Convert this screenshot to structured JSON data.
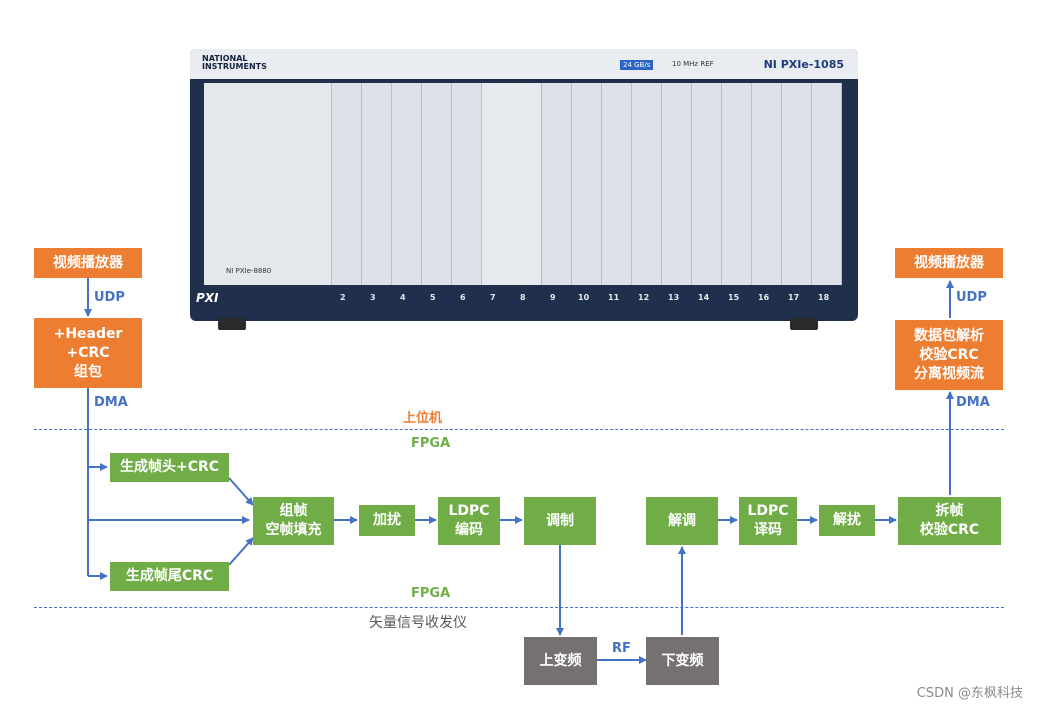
{
  "chassis": {
    "brand": "NATIONAL\nINSTRUMENTS",
    "model": "NI PXIe-1085",
    "speed": "24 GB/s",
    "ref": "10 MHz REF",
    "controller": "NI PXIe-8880",
    "pxi_logo": "PXI",
    "slots": [
      "2",
      "3",
      "4",
      "5",
      "6",
      "7",
      "8",
      "9",
      "10",
      "11",
      "12",
      "13",
      "14",
      "15",
      "16",
      "17",
      "18"
    ]
  },
  "left": {
    "player": "视频播放器",
    "udp": "UDP",
    "pack": "+Header\n+CRC\n组包",
    "dma": "DMA"
  },
  "right": {
    "player": "视频播放器",
    "udp": "UDP",
    "parse": "数据包解析\n校验CRC\n分离视频流",
    "dma": "DMA"
  },
  "zones": {
    "host": "上位机",
    "fpga_top": "FPGA",
    "fpga_bottom": "FPGA",
    "vst": "矢量信号收发仪"
  },
  "blocks": {
    "gen_header": "生成帧头+CRC",
    "gen_tail": "生成帧尾CRC",
    "framing": "组帧\n空帧填充",
    "scramble": "加扰",
    "ldpc_enc": "LDPC\n编码",
    "modulate": "调制",
    "upconv": "上变频",
    "rf": "RF",
    "downconv": "下变频",
    "demod": "解调",
    "ldpc_dec": "LDPC\n译码",
    "descramble": "解扰",
    "deframe": "拆帧\n校验CRC"
  },
  "watermark": "CSDN @东枫科技",
  "colors": {
    "orange": "#ed7d31",
    "green": "#70ad47",
    "gray": "#767171",
    "arrow": "#4472c4"
  }
}
